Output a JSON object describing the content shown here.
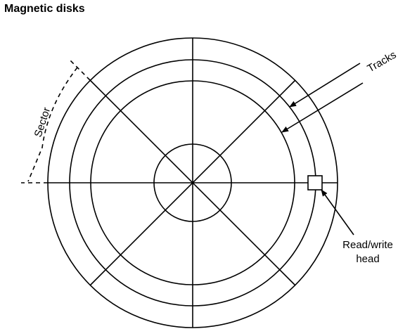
{
  "title": "Magnetic disks",
  "labels": {
    "sector": "Sector",
    "tracks": "Tracks",
    "head_line1": "Read/write",
    "head_line2": "head"
  },
  "colors": {
    "line": "#000000",
    "background": "#ffffff"
  }
}
